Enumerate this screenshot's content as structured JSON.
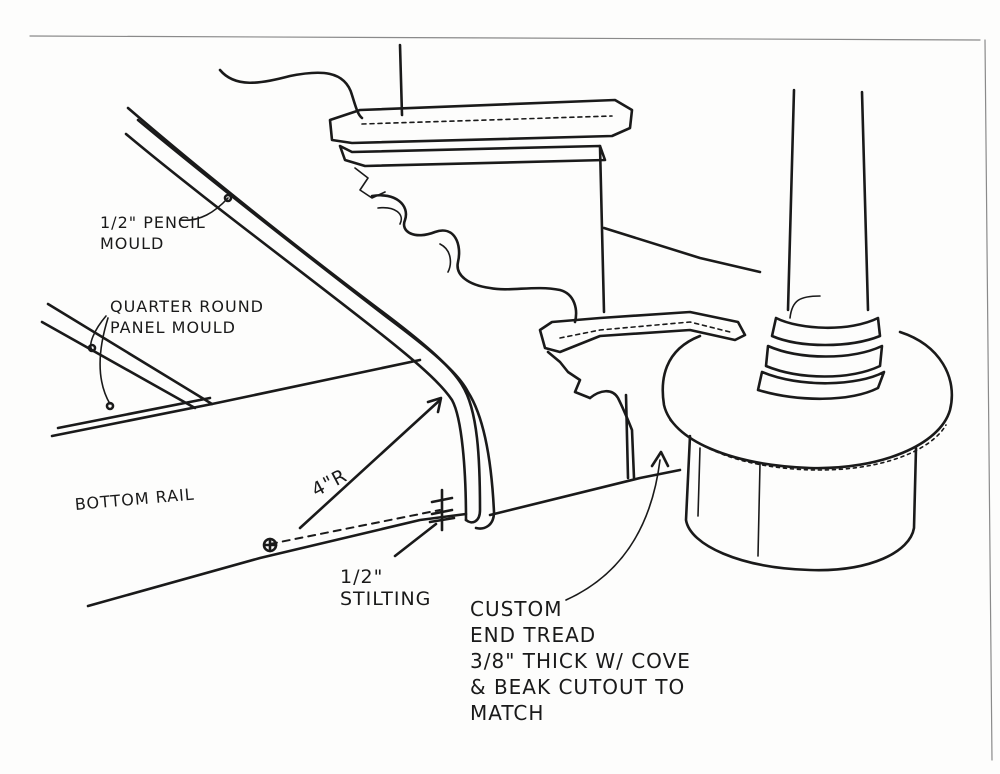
{
  "annotations": {
    "pencil_mould": [
      "1/2\" Pencil",
      "Mould"
    ],
    "quarter_round": [
      "Quarter Round",
      "Panel Mould"
    ],
    "radius": "4\"R",
    "bottom_rail": "Bottom Rail",
    "stilting": [
      "1/2\"",
      "Stilting"
    ],
    "end_tread": [
      "Custom",
      "End Tread",
      "3/8\" Thick w/ Cove",
      "& Beak Cutout to",
      "Match"
    ]
  }
}
